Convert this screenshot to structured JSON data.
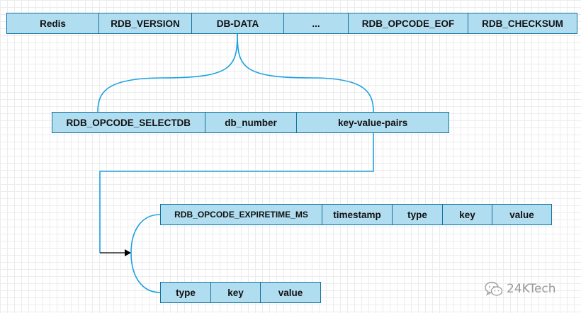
{
  "rows": {
    "top": [
      "Redis",
      "RDB_VERSION",
      "DB-DATA",
      "...",
      "RDB_OPCODE_EOF",
      "RDB_CHECKSUM"
    ],
    "db": [
      "RDB_OPCODE_SELECTDB",
      "db_number",
      "key-value-pairs"
    ],
    "kv_expire": [
      "RDB_OPCODE_EXPIRETIME_MS",
      "timestamp",
      "type",
      "key",
      "value"
    ],
    "kv_plain": [
      "type",
      "key",
      "value"
    ]
  },
  "colors": {
    "cell_fill": "#b1ddf0",
    "cell_border": "#10739e",
    "connector": "#1ba1e2"
  },
  "watermark": {
    "icon": "wechat-icon",
    "text": "24KTech"
  }
}
